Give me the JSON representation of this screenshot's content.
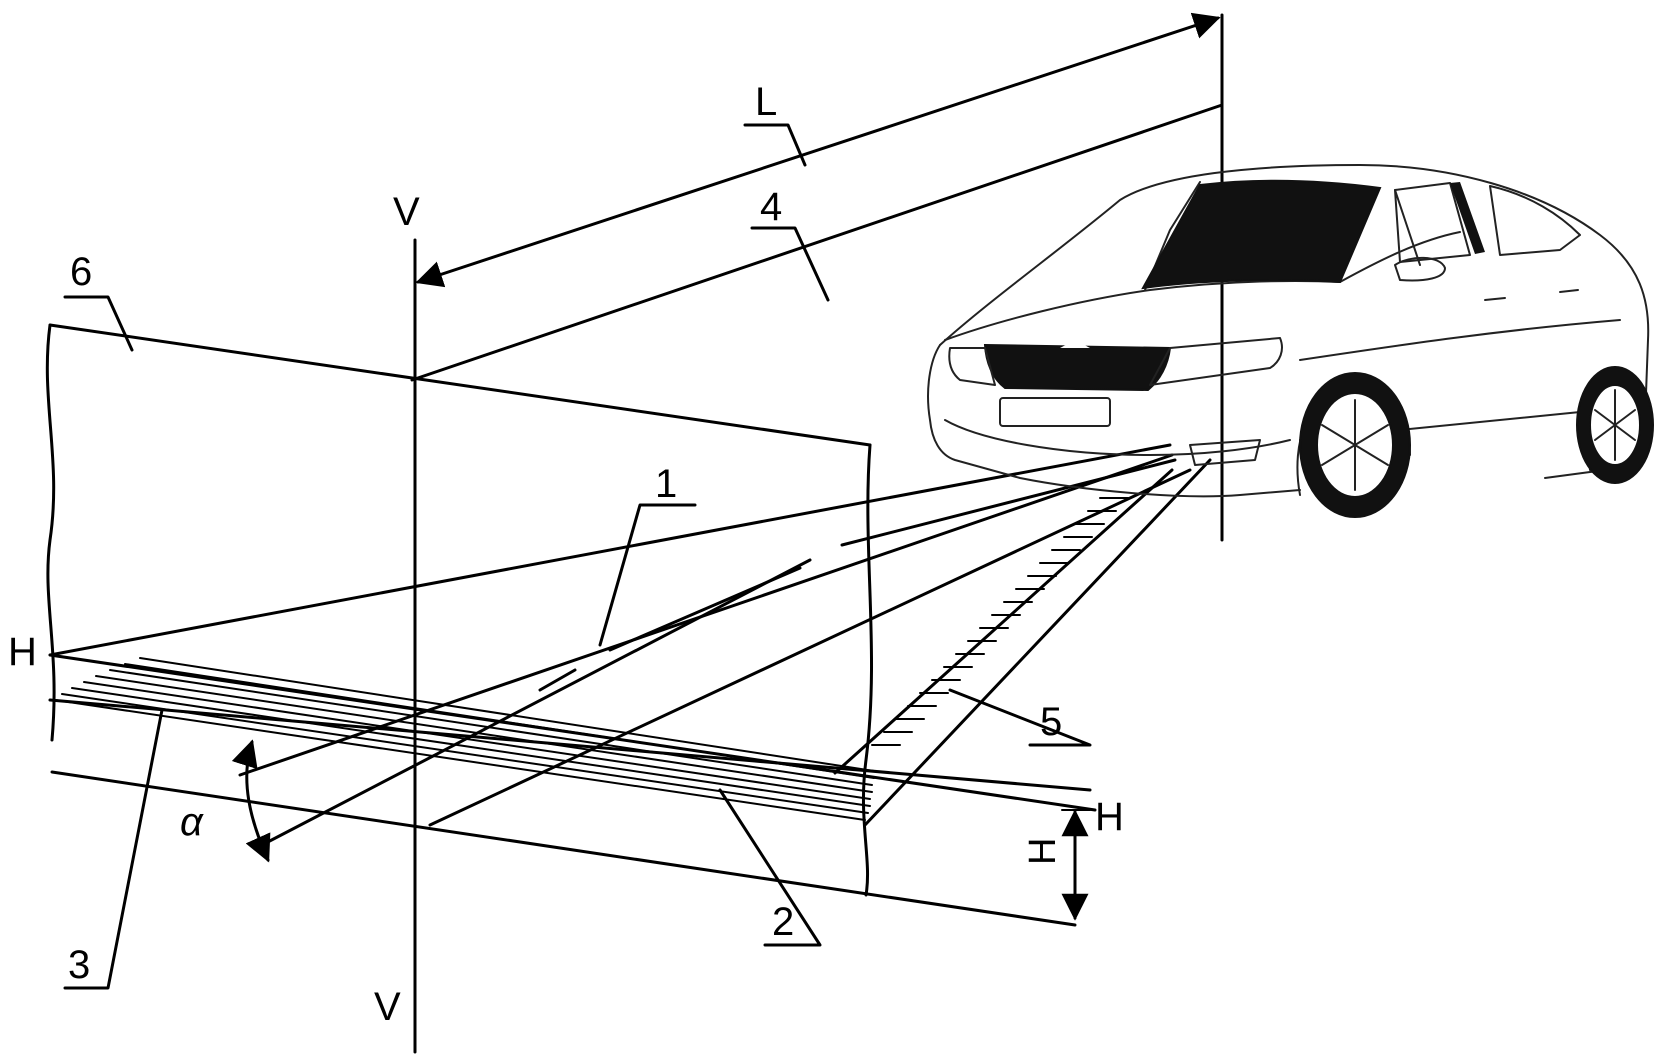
{
  "figure": {
    "labels": {
      "beam_pattern": "1",
      "cutoff_line": "2",
      "projection_lines": "3",
      "vertical_plane": "4",
      "ground_region": "5",
      "screen": "6",
      "distance": "L",
      "height": "H",
      "angle": "α",
      "horizontal_left": "H",
      "horizontal_right": "H",
      "vertical_top": "V",
      "vertical_bottom": "V"
    },
    "icons": {
      "vehicle": "car-icon"
    }
  }
}
